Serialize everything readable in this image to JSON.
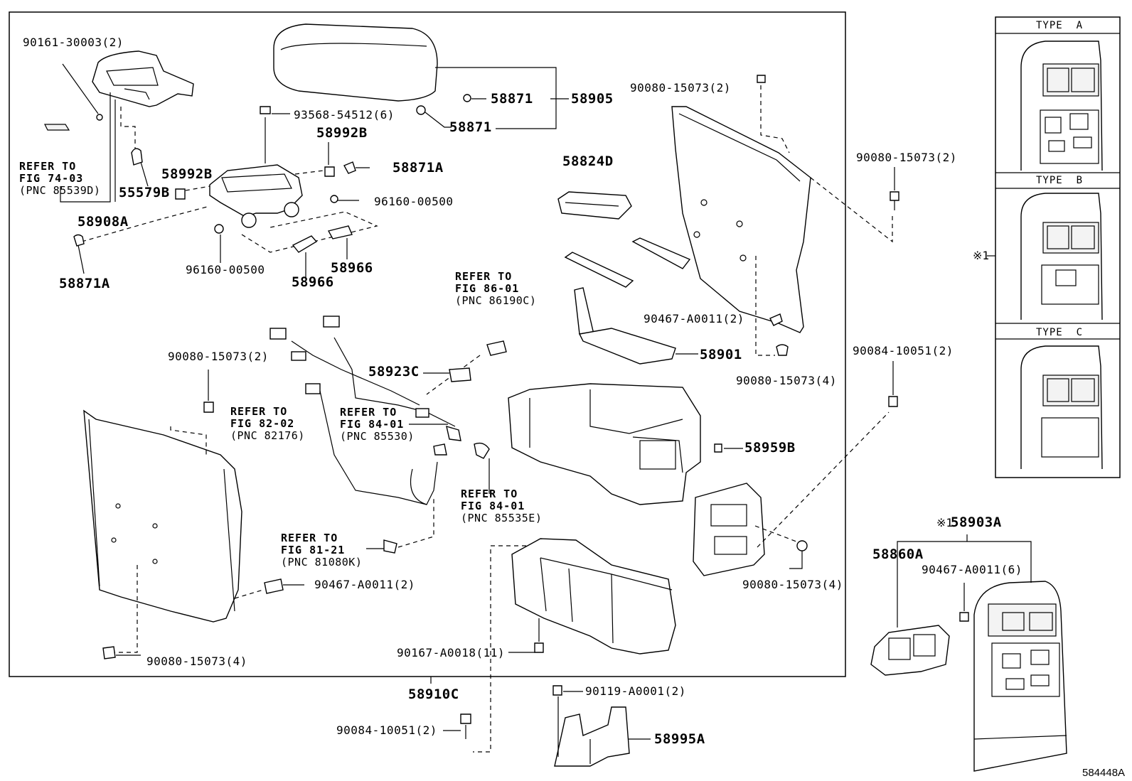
{
  "diagram_code": "584448A",
  "callouts": {
    "p58905": "58905",
    "p58871_a": "58871",
    "p58871_b": "58871",
    "p58992b_a": "58992B",
    "p58992b_b": "58992B",
    "p58871a_a": "58871A",
    "p58871a_b": "58871A",
    "p55579b": "55579B",
    "p58908a": "58908A",
    "p58966_a": "58966",
    "p58966_b": "58966",
    "p58824d": "58824D",
    "p58901": "58901",
    "p58923c": "58923C",
    "p58959b": "58959B",
    "p58910c": "58910C",
    "p58995a": "58995A",
    "p58903a": "58903A",
    "p58860a": "58860A",
    "p584448a": "584448A"
  },
  "part_numbers": {
    "n90161": "90161-30003(2)",
    "n93568": "93568-54512(6)",
    "n96160_a": "96160-00500",
    "n96160_b": "96160-00500",
    "n90080_top": "90080-15073(2)",
    "n90080_right": "90080-15073(2)",
    "n90080_left": "90080-15073(2)",
    "n90467_mid": "90467-A0011(2)",
    "n90080_mid4": "90080-15073(4)",
    "n90084_right": "90084-10051(2)",
    "n90467_left": "90467-A0011(2)",
    "n90080_left4": "90080-15073(4)",
    "n90080_br4": "90080-15073(4)",
    "n90167": "90167-A0018(11)",
    "n90119": "90119-A0001(2)",
    "n90084_bottom": "90084-10051(2)",
    "n90467_six": "90467-A0011(6)"
  },
  "references": {
    "ref1_l1": "REFER TO",
    "ref1_l2": "FIG 74-03",
    "ref1_l3": "(PNC 85539D)",
    "ref2_l1": "REFER TO",
    "ref2_l2": "FIG 86-01",
    "ref2_l3": "(PNC 86190C)",
    "ref3_l1": "REFER TO",
    "ref3_l2": "FIG 82-02",
    "ref3_l3": "(PNC 82176)",
    "ref4_l1": "REFER TO",
    "ref4_l2": "FIG 84-01",
    "ref4_l3": "(PNC 85530)",
    "ref5_l1": "REFER TO",
    "ref5_l2": "FIG 84-01",
    "ref5_l3": "(PNC 85535E)",
    "ref6_l1": "REFER TO",
    "ref6_l2": "FIG 81-21",
    "ref6_l3": "(PNC 81080K)"
  },
  "types_panel": {
    "type_a": "TYPE  A",
    "type_b": "TYPE  B",
    "type_c": "TYPE  C",
    "note_mark": "※1"
  },
  "note_58903a": "※1"
}
